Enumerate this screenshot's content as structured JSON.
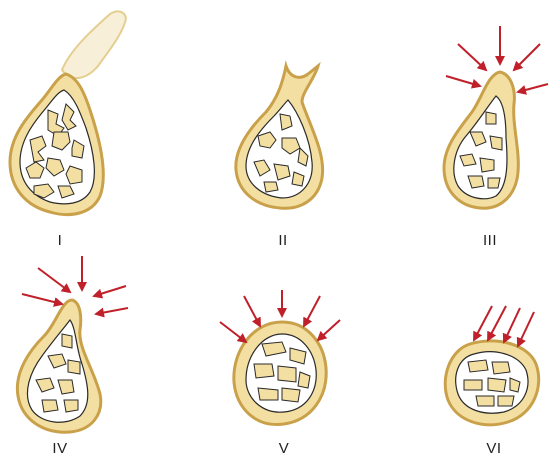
{
  "panels": [
    {
      "label": "I"
    },
    {
      "label": "II"
    },
    {
      "label": "III"
    },
    {
      "label": "IV"
    },
    {
      "label": "V"
    },
    {
      "label": "VI"
    }
  ],
  "colors": {
    "shell": "#f4dfa2",
    "shell_edge": "#c9a14a",
    "fragment_fill": "#ffffff",
    "fragment_edge": "#2a2a2a",
    "arrow": "#c0202a",
    "tip": "#f7efd7"
  }
}
